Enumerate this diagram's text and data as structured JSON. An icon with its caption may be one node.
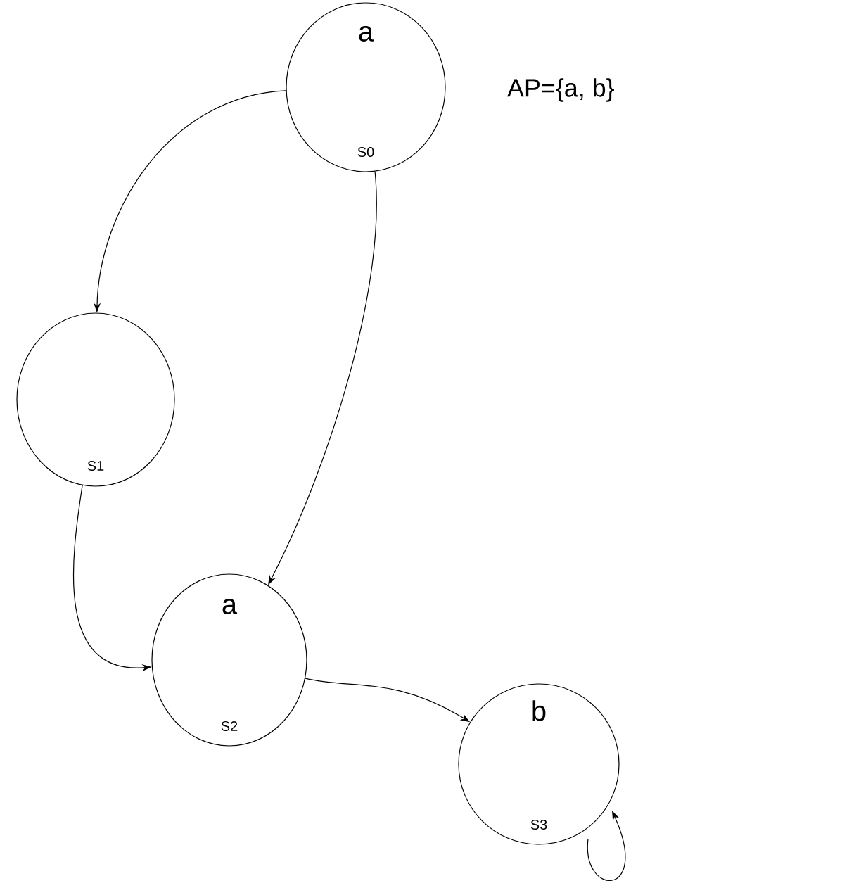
{
  "diagram": {
    "nodes": [
      {
        "text": [
          "a",
          "S0"
        ]
      },
      {
        "text": [
          "S1"
        ]
      },
      {
        "text": [
          "a",
          "S2"
        ]
      },
      {
        "text": [
          "b",
          "S3"
        ]
      }
    ],
    "edges": [
      {
        "from": 0,
        "to": 1,
        "arrow": "to"
      },
      {
        "from": 0,
        "to": 2,
        "arrow": "to"
      },
      {
        "from": 1,
        "to": 2,
        "arrow": "to"
      },
      {
        "from": 2,
        "to": 3,
        "arrow": "to"
      },
      {
        "from": 3,
        "to": 3,
        "arrow": "to"
      }
    ],
    "labels": [
      "AP={a, b}"
    ]
  }
}
